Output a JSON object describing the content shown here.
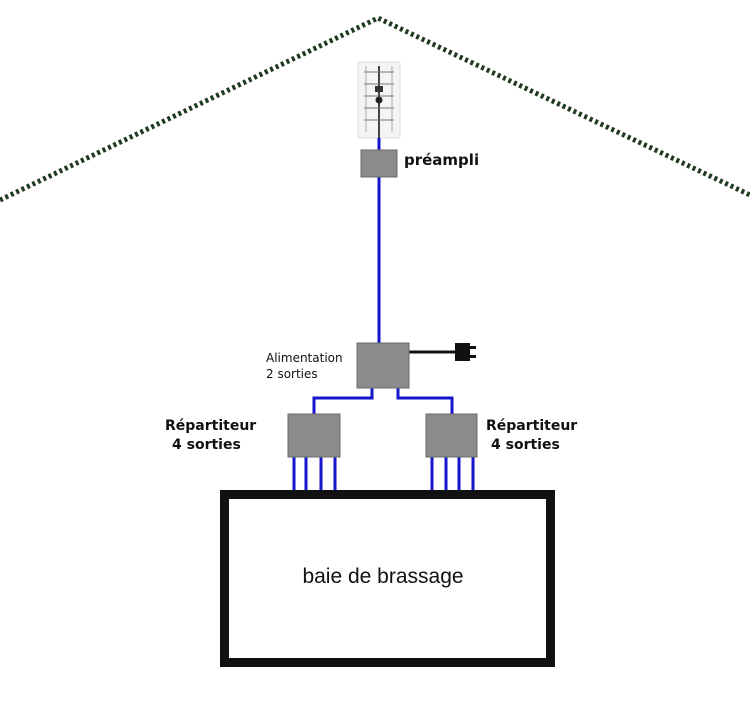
{
  "labels": {
    "preamp": "préampli",
    "power_line1": "Alimentation",
    "power_line2": "2 sorties",
    "splitter_left_line1": "Répartiteur",
    "splitter_left_line2": "4 sorties",
    "splitter_right_line1": "Répartiteur",
    "splitter_right_line2": "4 sorties",
    "patch_panel": "baie de brassage"
  },
  "colors": {
    "cable": "#1515cc",
    "box": "#8c8c8c",
    "box_border": "#6a6a6a",
    "roof_dash": "#1f3a1f",
    "plug": "#111111"
  },
  "icons": {
    "antenna": "antenna-icon",
    "plug": "power-plug-icon"
  }
}
